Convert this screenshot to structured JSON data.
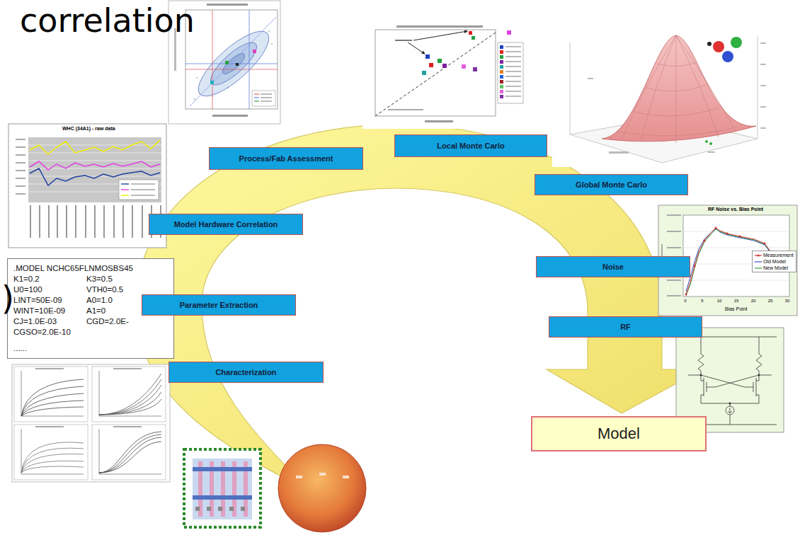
{
  "diagram": {
    "nodes": [
      {
        "text": [
          "Local Monte Carlo"
        ]
      },
      {
        "text": [
          "Process/Fab Assessment"
        ]
      },
      {
        "text": [
          "Global Monte Carlo"
        ]
      },
      {
        "text": [
          "Model Hardware Correlation"
        ]
      },
      {
        "text": [
          "Noise"
        ]
      },
      {
        "text": [
          ".MODEL NCHC65FLNMOSBS45",
          "K1=0.2",
          "K3=0.5",
          "U0=100",
          "VTH0=0.5",
          "LINT=50E-09",
          "A0=1.0",
          "WINT=10E-09",
          "A1=0",
          "CJ=1.0E-03",
          "CGD=2.0E-",
          "CGSO=2.0E-10",
          "......"
        ]
      },
      {
        "text": [
          "Parameter Extraction"
        ]
      },
      {
        "text": [
          "RF"
        ]
      },
      {
        "text": [
          "Characterization"
        ]
      },
      {
        "text": [
          "Model"
        ]
      }
    ],
    "labels": [
      "correlation",
      ")",
      "WHC (34A1) - raw data",
      "RF Noise vs. Bias Point",
      "Bias Point",
      "0",
      "5",
      "10",
      "15",
      "20",
      "25",
      "30"
    ],
    "legend": [
      {
        "text": "Measurement"
      },
      {
        "text": "Old Model"
      },
      {
        "text": "New Model"
      }
    ]
  }
}
